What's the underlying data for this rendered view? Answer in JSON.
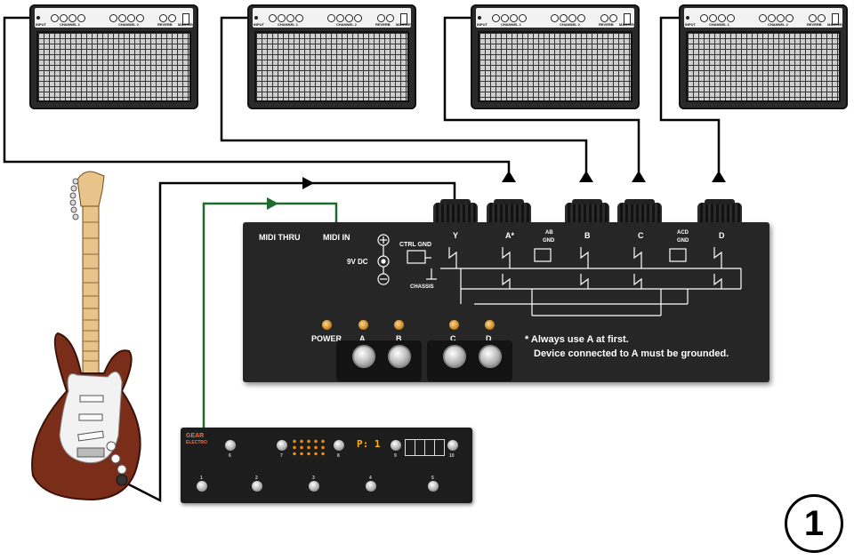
{
  "amps": [
    {
      "input_label": "INPUT",
      "channel1_label": "CHANNEL 1",
      "channel2_label": "CHANNEL 2",
      "reverb_label": "REVERB",
      "master_label": "MASTER"
    },
    {
      "input_label": "INPUT",
      "channel1_label": "CHANNEL 1",
      "channel2_label": "CHANNEL 2",
      "reverb_label": "REVERB",
      "master_label": "MASTER"
    },
    {
      "input_label": "INPUT",
      "channel1_label": "CHANNEL 1",
      "channel2_label": "CHANNEL 2",
      "reverb_label": "REVERB",
      "master_label": "MASTER"
    },
    {
      "input_label": "INPUT",
      "channel1_label": "CHANNEL 1",
      "channel2_label": "CHANNEL 2",
      "reverb_label": "REVERB",
      "master_label": "MASTER"
    }
  ],
  "selector": {
    "midi_thru": "MIDI THRU",
    "midi_in": "MIDI IN",
    "power_in": "9V DC",
    "ctrl_gnd": "CTRL GND",
    "chassis": "CHASSIS",
    "jack_labels": [
      "Y",
      "A*",
      "B",
      "C",
      "D"
    ],
    "ab_gnd": [
      "AB",
      "GND"
    ],
    "acd_gnd": [
      "ACD",
      "GND"
    ],
    "power_label": "POWER",
    "switch_labels": [
      "A",
      "B",
      "C",
      "D"
    ],
    "note_line1": "* Always use A at first.",
    "note_line2": "Device connected to A must be grounded."
  },
  "controller": {
    "brand_line1": "GEAR",
    "brand_line2": "ELECTRO",
    "display": "P: 1",
    "top_numbers": [
      "6",
      "7",
      "8",
      "9",
      "10"
    ],
    "bottom_numbers": [
      "1",
      "2",
      "3",
      "4",
      "5"
    ]
  },
  "step_number": "1",
  "colors": {
    "cable": "#000000",
    "midi_cable": "#1f6b2f",
    "guitar_body": "#7a2d18",
    "pickguard": "#f2f2f2",
    "led": "#c9882a",
    "device_body": "#262626"
  }
}
